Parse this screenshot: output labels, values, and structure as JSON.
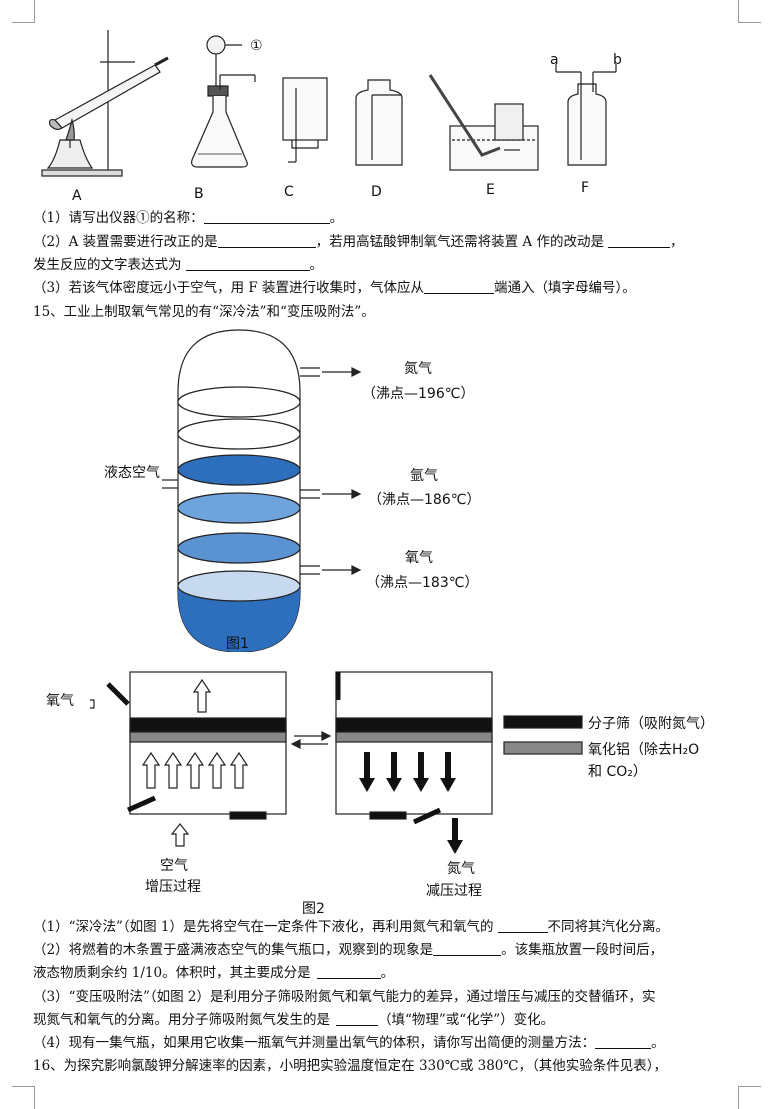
{
  "apparatus": {
    "marker": "①",
    "labels": [
      "A",
      "B",
      "C",
      "D",
      "E",
      "F"
    ],
    "port_a": "a",
    "port_b": "b"
  },
  "q14": {
    "p1_pre": "（1）请写出仪器①的名称：",
    "p1_post": "。",
    "p2_pre": "（2）A 装置需要进行改正的是",
    "p2_mid": "，若用高锰酸钾制氧气还需将装置 A 作的改动是",
    "p2_end": "，",
    "p2_line2": "发生反应的文字表达式为",
    "p2_line2_end": "。",
    "p3_pre": "（3）若该气体密度远小于空气，用 F 装置进行收集时，气体应从",
    "p3_post": "端通入（填字母编号）。"
  },
  "q15": {
    "intro": "15、工业上制取氧气常见的有“深冷法”和“变压吸附法”。",
    "fig1": {
      "caption": "图1",
      "inlet": "液态空气",
      "gas1": "氮气",
      "bp1": "（沸点—196℃）",
      "gas2": "氩气",
      "bp2": "（沸点—186℃）",
      "gas3": "氧气",
      "bp3": "（沸点—183℃）"
    },
    "fig2": {
      "caption": "图2",
      "oxygen_out": "氧气",
      "air_in": "空气",
      "pressurize": "增压过程",
      "nitrogen_out": "氮气",
      "depressurize": "减压过程",
      "legend_sieve": "分子筛（吸附氮气）",
      "legend_alumina": "氧化铝（除去H₂O",
      "legend_alumina2": "和 CO₂）"
    },
    "s1_pre": "（1）“深冷法”（如图 1）是先将空气在一定条件下液化，再利用氮气和氧气的",
    "s1_post": "不同将其汽化分离。",
    "s2_pre": "（2）将燃着的木条置于盛满液态空气的集气瓶口，观察到的现象是",
    "s2_post": "。该集瓶放置一段时间后，",
    "s2_line2_pre": "液态物质剩余约 1/10。体积时，其主要成分是",
    "s2_line2_post": "。",
    "s3_line1": "（3）“变压吸附法”（如图 2）是利用分子筛吸附氮气和氧气能力的差异，通过增压与减压的交替循环，实",
    "s3_line2_pre": "现氮气和氧气的分离。用分子筛吸附氮气发生的是",
    "s3_line2_post": "（填“物理”或“化学”）变化。",
    "s4_pre": "（4）现有一集气瓶，如果用它收集一瓶氧气并测量出氧气的体积，请你写出简便的测量方法：",
    "s4_post": "。"
  },
  "q16": {
    "text": "16、为探究影响氯酸钾分解速率的因素，小明把实验温度恒定在 330℃或 380℃，（其他实验条件见表），"
  }
}
